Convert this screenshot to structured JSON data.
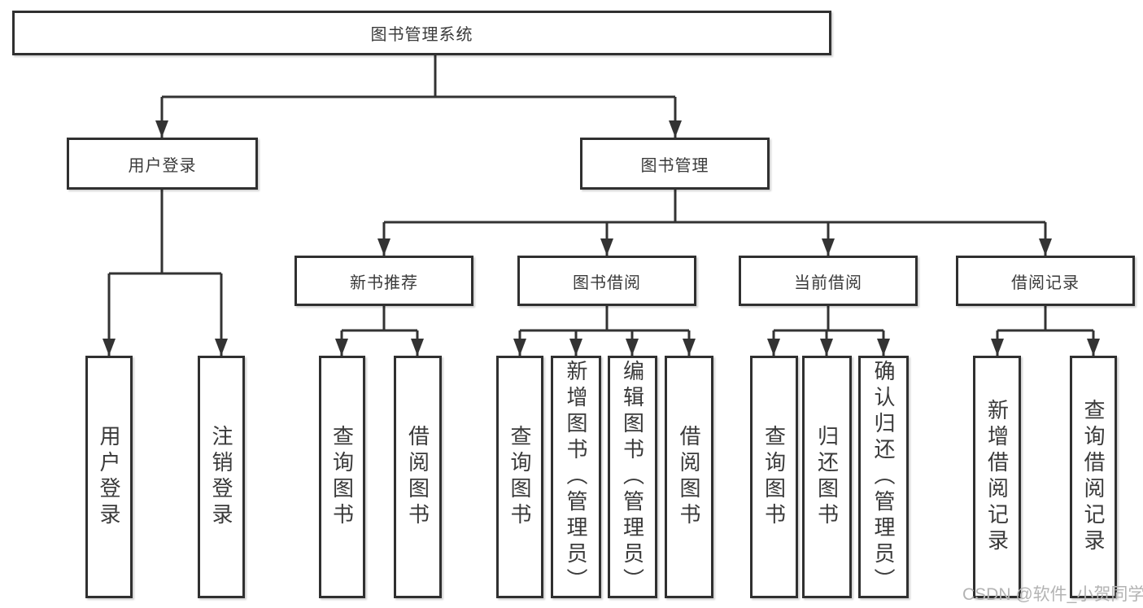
{
  "diagram": {
    "root": {
      "label": "图书管理系统"
    },
    "level2": [
      {
        "label": "用户登录"
      },
      {
        "label": "图书管理"
      }
    ],
    "level3": [
      {
        "label": "新书推荐",
        "parent": "图书管理"
      },
      {
        "label": "图书借阅",
        "parent": "图书管理"
      },
      {
        "label": "当前借阅",
        "parent": "图书管理"
      },
      {
        "label": "借阅记录",
        "parent": "图书管理"
      }
    ],
    "leaves": [
      {
        "label": "用户登录",
        "parent": "用户登录"
      },
      {
        "label": "注销登录",
        "parent": "用户登录"
      },
      {
        "label": "查询图书",
        "parent": "新书推荐"
      },
      {
        "label": "借阅图书",
        "parent": "新书推荐"
      },
      {
        "label": "查询图书",
        "parent": "图书借阅"
      },
      {
        "label": "新增图书（管理员）",
        "parent": "图书借阅"
      },
      {
        "label": "编辑图书（管理员）",
        "parent": "图书借阅"
      },
      {
        "label": "借阅图书",
        "parent": "图书借阅"
      },
      {
        "label": "查询图书",
        "parent": "当前借阅"
      },
      {
        "label": "归还图书",
        "parent": "当前借阅"
      },
      {
        "label": "确认归还（管理员）",
        "parent": "当前借阅"
      },
      {
        "label": "新增借阅记录",
        "parent": "借阅记录"
      },
      {
        "label": "查询借阅记录",
        "parent": "借阅记录"
      }
    ]
  },
  "watermark": {
    "text": "CSDN @软件_小贺同学"
  },
  "colors": {
    "line": "#333333",
    "box_border": "#303030",
    "text": "#3a3a3a",
    "watermark": "#b3b3b3",
    "background": "#ffffff"
  }
}
